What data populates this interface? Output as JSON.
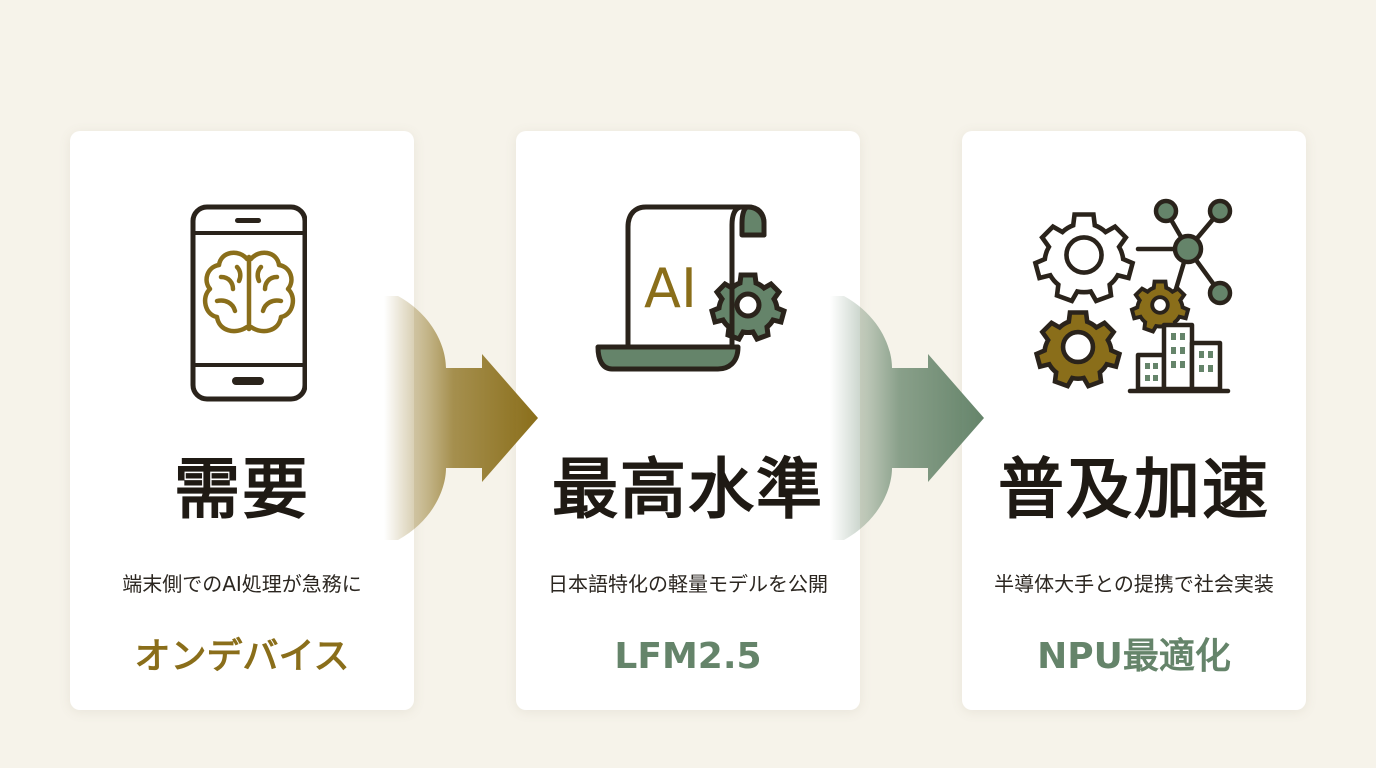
{
  "colors": {
    "background": "#f6f3ea",
    "card": "#ffffff",
    "ink": "#1f1a14",
    "gold": "#8a6e1a",
    "green": "#65846a"
  },
  "steps": [
    {
      "icon": "smartphone-brain-icon",
      "title": "需要",
      "subtitle": "端末側でのAI処理が急務に",
      "tag": "オンデバイス"
    },
    {
      "icon": "ai-document-gear-icon",
      "icon_text": "AI",
      "title": "最高水準",
      "subtitle": "日本語特化の軽量モデルを公開",
      "tag": "LFM2.5"
    },
    {
      "icon": "gears-network-buildings-icon",
      "title": "普及加速",
      "subtitle": "半導体大手との提携で社会実装",
      "tag": "NPU最適化"
    }
  ],
  "arrows": [
    {
      "icon": "gold-arrow-icon",
      "color": "#8a6e1a"
    },
    {
      "icon": "green-arrow-icon",
      "color": "#65846a"
    }
  ]
}
